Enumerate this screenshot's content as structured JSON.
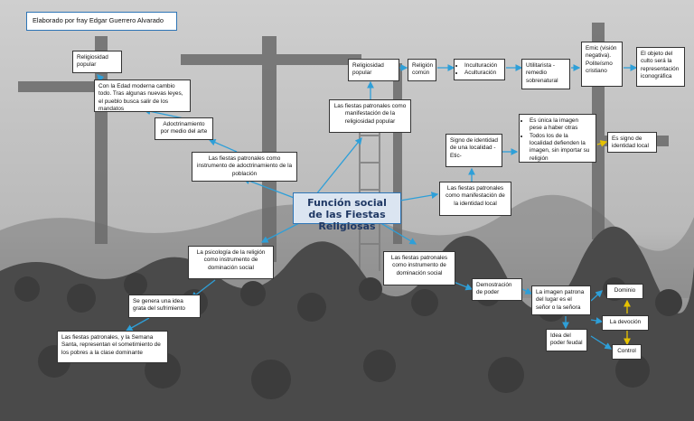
{
  "header": "Elaborado por fray Edgar Guerrero Alvarado",
  "central": "Función social de las Fiestas Religiosas",
  "left_branch": {
    "religiosidad_popular": "Religiosidad popular",
    "edad_moderna": "Con la Edad moderna cambio todo. Tras algunas nuevas leyes, el pueblo busca salir de los mandatos",
    "adoctrinamiento": "Adoctrinamiento por medio del arte",
    "fiestas_adoctrinamiento": "Las fiestas patronales como instrumento de adoctrinamiento de la población"
  },
  "top_branch": {
    "fiestas_religiosidad": "Las fiestas patronales como manifestación de la religiosidad popular",
    "religiosidad_popular": "Religiosidad popular",
    "religion_comun": "Religión común",
    "procesos": [
      "Inculturación",
      "Aculturación"
    ],
    "utilitarista": "Utilitarista - remedio sobrenatural",
    "emic": "Emic (visión negativa). Politeísmo cristiano",
    "objeto_culto": "El objeto del culto será la representación iconográfica"
  },
  "right_branch": {
    "fiestas_identidad": "Las fiestas patronales como manifestación de la identidad local",
    "signo_identidad": "Signo de identidad de una localidad -Etic-",
    "bullets": [
      "Es única la imagen pese a haber otras",
      "Todos los de la localidad defienden la imagen, sin importar su religión"
    ],
    "signo_local": "Es signo de identidad local"
  },
  "bottom_right_branch": {
    "fiestas_dominacion": "Las fiestas patronales como instrumento de dominación social",
    "demostracion": "Demostración de poder",
    "imagen_patrona": "La imagen patrona del lugar es el señor o la señora",
    "idea_poder": "Idea del poder feudal",
    "dominio": "Dominio",
    "devocion": "La devoción",
    "control": "Control"
  },
  "bottom_left_branch": {
    "psicologia": "La psicología de la religión como instrumento de dominación social",
    "idea_sufrimiento": "Se genera una idea grata del sufrimiento",
    "semana_santa": "Las fiestas patronales, y la Semana Santa, representan el sometimiento de los pobres a la clase dominante"
  }
}
